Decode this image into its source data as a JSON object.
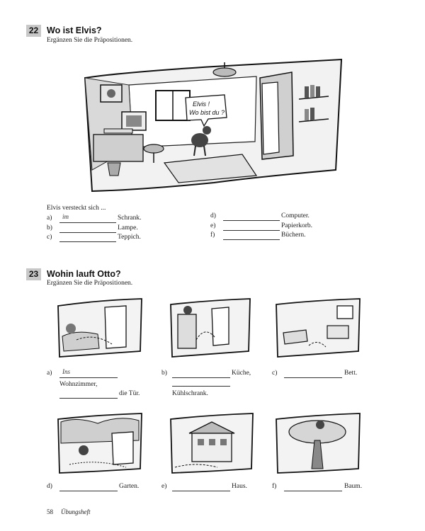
{
  "exercise22": {
    "number": "22",
    "title": "Wo ist Elvis?",
    "instruction": "Ergänzen Sie die Präpositionen.",
    "bubble_line1": "Elvis !",
    "bubble_line2": "Wo bist du ?",
    "prompt": "Elvis versteckt sich ...",
    "items": [
      {
        "letter": "a)",
        "example": "im",
        "word": "Schrank."
      },
      {
        "letter": "b)",
        "example": "",
        "word": "Lampe."
      },
      {
        "letter": "c)",
        "example": "",
        "word": "Teppich."
      },
      {
        "letter": "d)",
        "example": "",
        "word": "Computer."
      },
      {
        "letter": "e)",
        "example": "",
        "word": "Papierkorb."
      },
      {
        "letter": "f)",
        "example": "",
        "word": "Büchern."
      }
    ]
  },
  "exercise23": {
    "number": "23",
    "title": "Wohin lauft Otto?",
    "instruction": "Ergänzen Sie die Präpositionen.",
    "items": [
      {
        "letter": "a)",
        "example": "Ins",
        "line2": "Wohnzimmer,",
        "word": "die Tür."
      },
      {
        "letter": "b)",
        "word": "Küche,",
        "line2": "Kühlschrank."
      },
      {
        "letter": "c)",
        "word": "Bett."
      },
      {
        "letter": "d)",
        "word": "Garten."
      },
      {
        "letter": "e)",
        "word": "Haus."
      },
      {
        "letter": "f)",
        "word": "Baum."
      }
    ]
  },
  "footer": {
    "page_number": "58",
    "section": "Übungsheft"
  },
  "colors": {
    "number_box": "#c8c8c8",
    "ink": "#1a1a1a"
  }
}
